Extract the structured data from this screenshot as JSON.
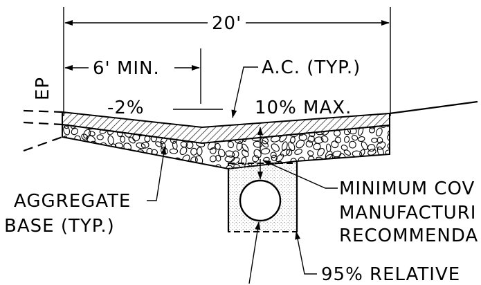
{
  "labels": {
    "width": "20'",
    "min_offset": "6' MIN.",
    "ac": "A.C. (TYP.)",
    "ep": "EP",
    "slope_left": "-2%",
    "slope_right": "10% MAX.",
    "aggregate_line1": "AGGREGATE",
    "aggregate_line2": "BASE (TYP.)",
    "cover_line1": "MINIMUM COV",
    "cover_line2": "MANUFACTURI",
    "cover_line3": "RECOMMENDA",
    "compaction": "95% RELATIVE"
  },
  "colors": {
    "ink": "#000000",
    "paper": "#ffffff",
    "backfill_stipple": "#9a9a9a"
  }
}
